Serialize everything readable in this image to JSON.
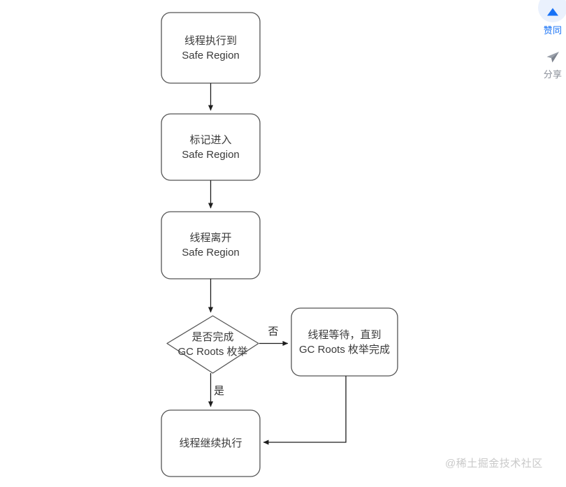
{
  "diagram": {
    "type": "flowchart",
    "nodes": [
      {
        "id": "n1",
        "shape": "rounded-rect",
        "line1": "线程执行到",
        "line2": "Safe Region"
      },
      {
        "id": "n2",
        "shape": "rounded-rect",
        "line1": "标记进入",
        "line2": "Safe Region"
      },
      {
        "id": "n3",
        "shape": "rounded-rect",
        "line1": "线程离开",
        "line2": "Safe Region"
      },
      {
        "id": "n4",
        "shape": "diamond",
        "line1": "是否完成",
        "line2": "GC Roots 枚举"
      },
      {
        "id": "n5",
        "shape": "rounded-rect",
        "line1": "线程等待，直到",
        "line2": "GC Roots 枚举完成"
      },
      {
        "id": "n6",
        "shape": "rounded-rect",
        "line1": "线程继续执行",
        "line2": ""
      }
    ],
    "edge_labels": {
      "no": "否",
      "yes": "是"
    },
    "stroke_color": "#4a4a4a",
    "text_color": "#3a3a3a",
    "background": "#ffffff"
  },
  "action_rail": {
    "vote": {
      "label": "赞同",
      "icon": "triangle-up-icon",
      "color": "#1772f6",
      "bubble_color": "#eaf1fd"
    },
    "share": {
      "label": "分享",
      "icon": "paper-plane-icon",
      "color": "#8a8f99"
    }
  },
  "watermark": {
    "text": "@稀土掘金技术社区"
  }
}
